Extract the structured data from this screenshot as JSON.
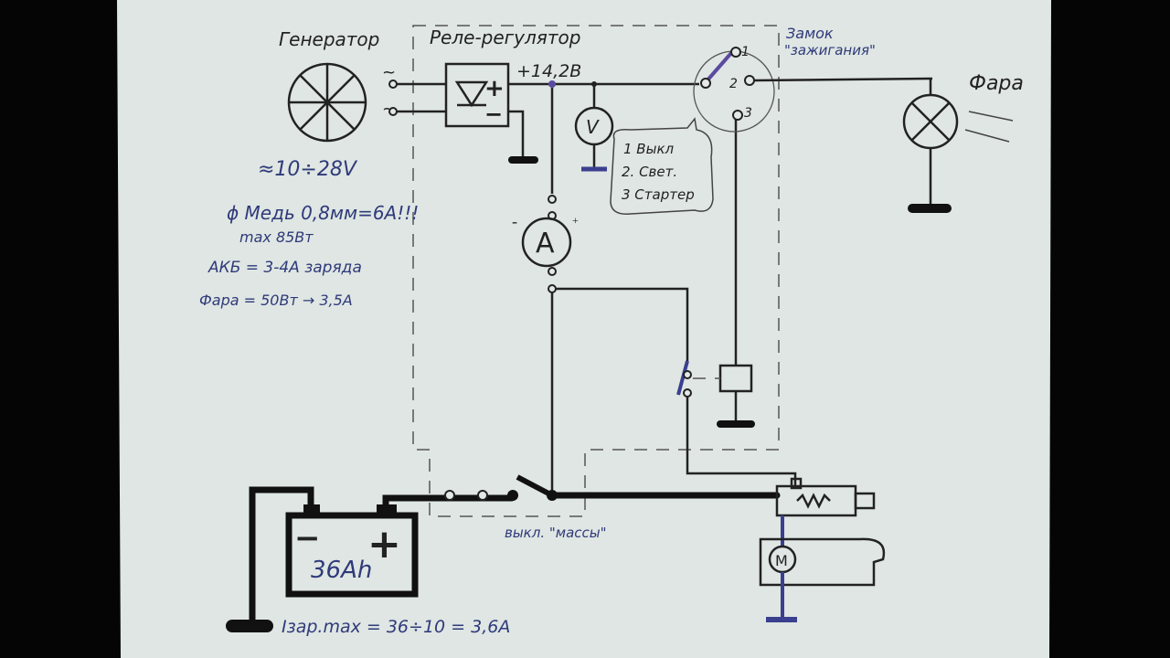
{
  "labels": {
    "generator": "Генератор",
    "regulator": "Реле-регулятор",
    "voltage_out": "+14,2В",
    "ignition_title_1": "Замок",
    "ignition_title_2": "\"зажигания\"",
    "headlight": "Фара",
    "pos1": "1",
    "pos2": "2",
    "pos3": "3",
    "voltmeter": "V",
    "ammeter": "A",
    "ammeter_minus": "-",
    "ammeter_plus": "+",
    "ac1": "~",
    "ac2": "~",
    "reg_plus": "+",
    "reg_minus": "−",
    "battery_capacity": "36Ah",
    "battery_minus": "−",
    "battery_plus": "+",
    "mass_switch": "выкл. \"массы\"",
    "motor": "M"
  },
  "legend": [
    "1 Выкл",
    "2. Свет.",
    "3 Стартер"
  ],
  "notes": {
    "gen_voltage": "≈10÷28V",
    "copper": "ϕ Медь 0,8мм=6A!!!",
    "max_power": "max 85Вт",
    "battery_charge": "АКБ = 3-4А заряда",
    "headlight_power": "Фара = 50Вт → 3,5А",
    "charge_current": "Iзар.max = 36÷10 = 3,6A"
  }
}
